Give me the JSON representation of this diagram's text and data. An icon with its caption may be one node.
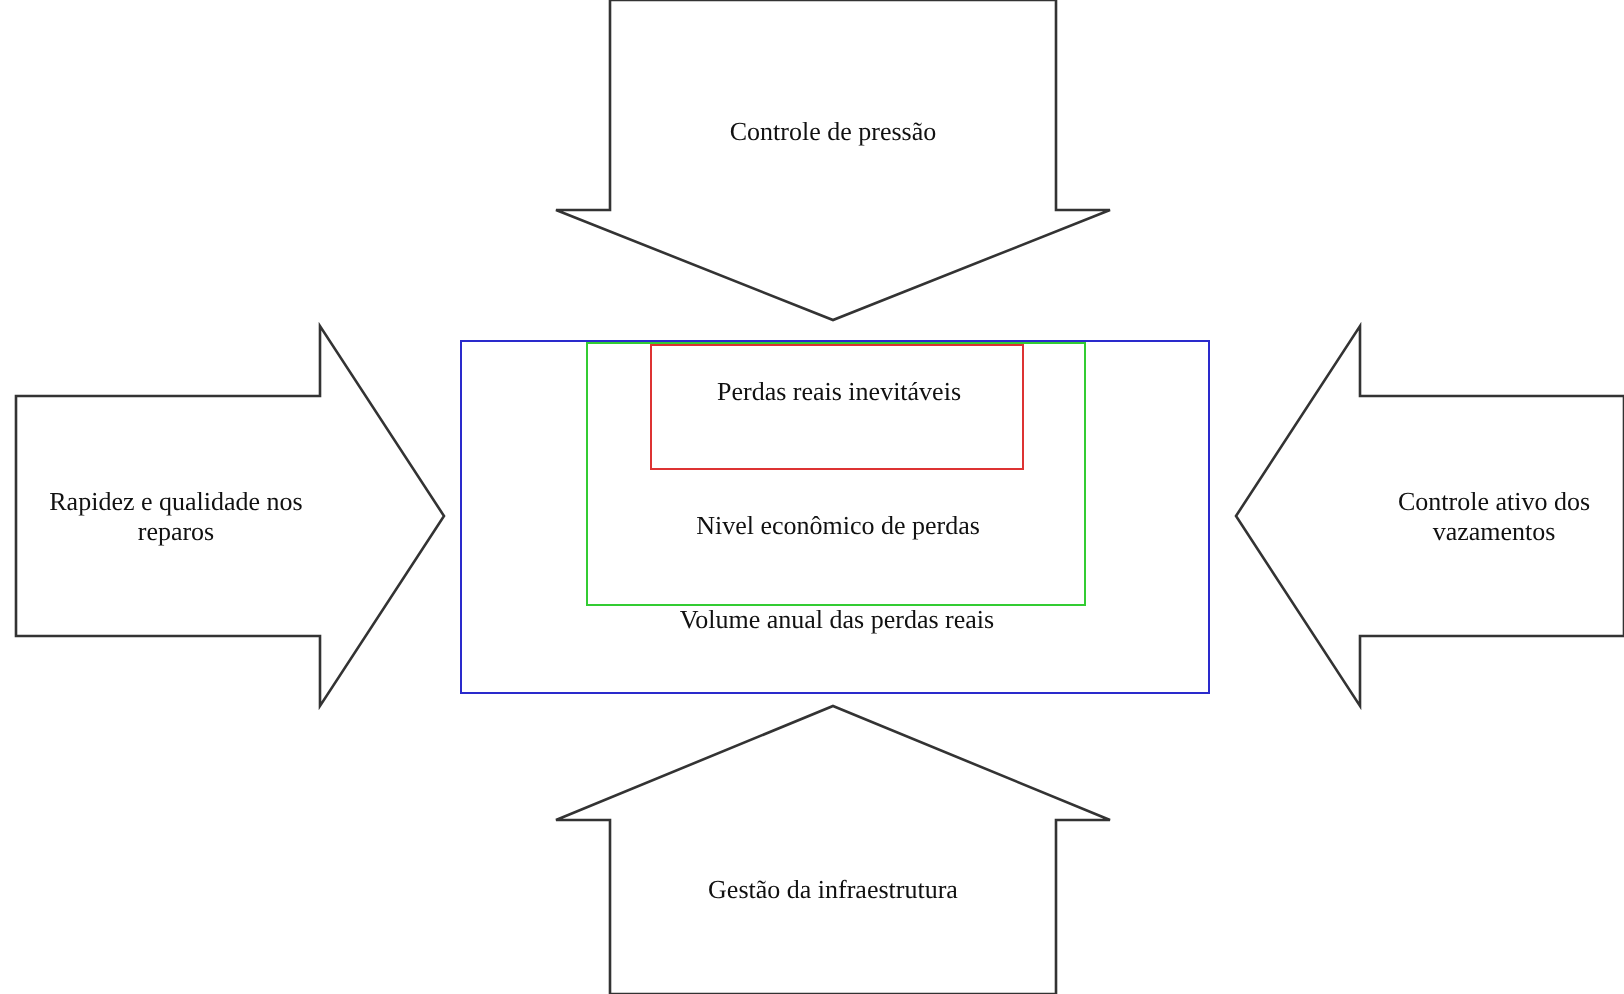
{
  "diagram": {
    "nodes": [
      {
        "text": [
          "Controle de pressão"
        ]
      },
      {
        "text": [
          "Volume anual das perdas reais"
        ]
      },
      {
        "text": [
          "Nivel econômico de perdas"
        ],
        "in": 1
      },
      {
        "text": [
          "Perdas reais inevitáveis"
        ],
        "in": 2
      },
      {
        "text": [
          "Rapidez e qualidade nos reparos"
        ]
      },
      {
        "text": [
          "Controle ativo dos vazamentos"
        ]
      },
      {
        "text": [
          "Gestão da infraestrutura"
        ]
      }
    ]
  }
}
